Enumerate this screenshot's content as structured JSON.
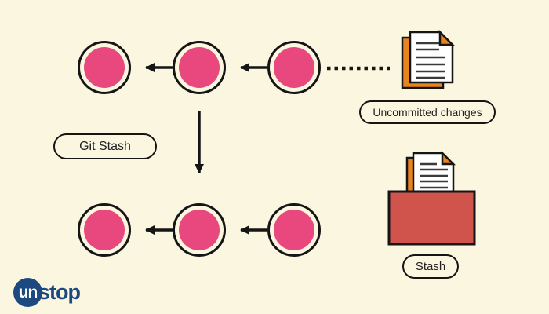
{
  "title": "Git Stash diagram",
  "labels": {
    "git_stash": "Git Stash",
    "uncommitted_changes": "Uncommitted changes",
    "stash": "Stash"
  },
  "logo": {
    "prefix": "un",
    "suffix": "stop"
  },
  "diagram": {
    "top_row_commit_count": 3,
    "bottom_row_commit_count": 3,
    "connections": [
      "top-commit-3 -> top-commit-2 (arrow left)",
      "top-commit-2 -> top-commit-1 (arrow left)",
      "top-commit-2 -> bottom-commit-2 (arrow down)",
      "bottom-commit-3 -> bottom-commit-2 (arrow left)",
      "bottom-commit-2 -> bottom-commit-1 (arrow left)",
      "top-commit-3 .. uncommitted-document (dotted line)"
    ]
  },
  "colors": {
    "background": "#FBF6DF",
    "commit_pink": "#E8487E",
    "outline": "#151515",
    "doc_orange": "#E8831F",
    "stash_red": "#D0544C",
    "logo_navy": "#1C4980"
  }
}
